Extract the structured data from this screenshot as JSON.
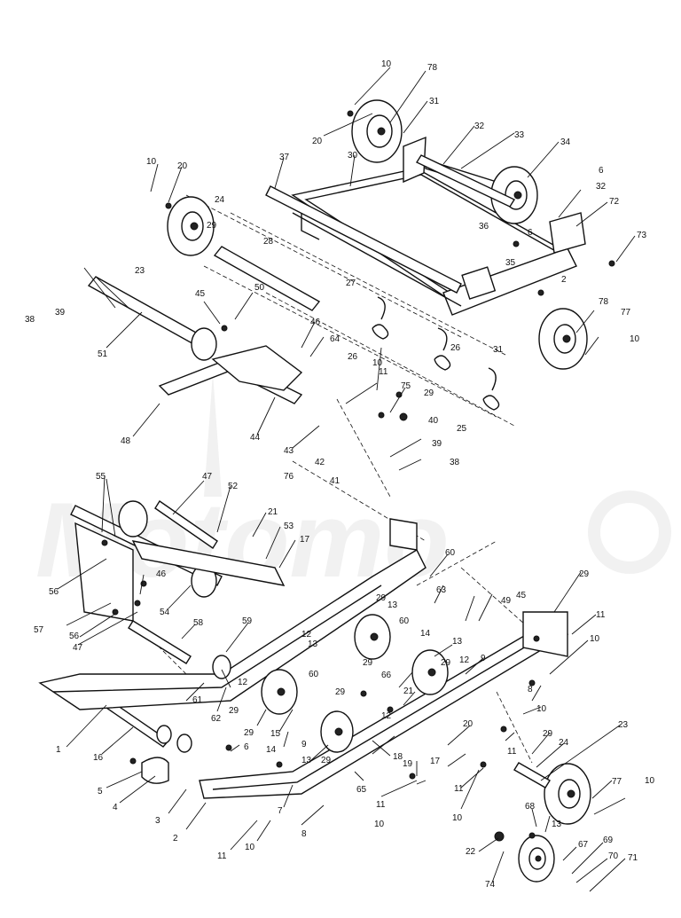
{
  "diagram": {
    "watermark": {
      "text": "Motomo",
      "color": "#e0e0e0"
    },
    "callouts": [
      {
        "id": "c1",
        "text": "10"
      },
      {
        "id": "c2",
        "text": "78"
      },
      {
        "id": "c3",
        "text": "31"
      },
      {
        "id": "c4",
        "text": "20"
      },
      {
        "id": "c5",
        "text": "32"
      },
      {
        "id": "c6",
        "text": "33"
      },
      {
        "id": "c7",
        "text": "34"
      },
      {
        "id": "c8",
        "text": "37"
      },
      {
        "id": "c9",
        "text": "30"
      },
      {
        "id": "c10",
        "text": "10"
      },
      {
        "id": "c11",
        "text": "20"
      },
      {
        "id": "c12",
        "text": "24"
      },
      {
        "id": "c13",
        "text": "29"
      },
      {
        "id": "c14",
        "text": "6"
      },
      {
        "id": "c15",
        "text": "32"
      },
      {
        "id": "c16",
        "text": "72"
      },
      {
        "id": "c17",
        "text": "36"
      },
      {
        "id": "c18",
        "text": "6"
      },
      {
        "id": "c19",
        "text": "35"
      },
      {
        "id": "c20",
        "text": "73"
      },
      {
        "id": "c21",
        "text": "23"
      },
      {
        "id": "c22",
        "text": "28"
      },
      {
        "id": "c23",
        "text": "27"
      },
      {
        "id": "c24",
        "text": "2"
      },
      {
        "id": "c25",
        "text": "38"
      },
      {
        "id": "c26",
        "text": "39"
      },
      {
        "id": "c27",
        "text": "45"
      },
      {
        "id": "c28",
        "text": "50"
      },
      {
        "id": "c29",
        "text": "78"
      },
      {
        "id": "c30",
        "text": "77"
      },
      {
        "id": "c31",
        "text": "10"
      },
      {
        "id": "c32",
        "text": "31"
      },
      {
        "id": "c33",
        "text": "51"
      },
      {
        "id": "c34",
        "text": "46"
      },
      {
        "id": "c35",
        "text": "64"
      },
      {
        "id": "c36",
        "text": "26"
      },
      {
        "id": "c37",
        "text": "26"
      },
      {
        "id": "c38",
        "text": "10"
      },
      {
        "id": "c39",
        "text": "11"
      },
      {
        "id": "c40",
        "text": "75"
      },
      {
        "id": "c41",
        "text": "29"
      },
      {
        "id": "c42",
        "text": "25"
      },
      {
        "id": "c43",
        "text": "48"
      },
      {
        "id": "c44",
        "text": "44"
      },
      {
        "id": "c45",
        "text": "43"
      },
      {
        "id": "c46",
        "text": "40"
      },
      {
        "id": "c47",
        "text": "39"
      },
      {
        "id": "c48",
        "text": "38"
      },
      {
        "id": "c49",
        "text": "42"
      },
      {
        "id": "c50",
        "text": "76"
      },
      {
        "id": "c51",
        "text": "41"
      },
      {
        "id": "c52",
        "text": "55"
      },
      {
        "id": "c53",
        "text": "47"
      },
      {
        "id": "c54",
        "text": "52"
      },
      {
        "id": "c55",
        "text": "21"
      },
      {
        "id": "c56",
        "text": "53"
      },
      {
        "id": "c57",
        "text": "17"
      },
      {
        "id": "c58",
        "text": "56"
      },
      {
        "id": "c59",
        "text": "46"
      },
      {
        "id": "c60",
        "text": "57"
      },
      {
        "id": "c61",
        "text": "56"
      },
      {
        "id": "c62",
        "text": "47"
      },
      {
        "id": "c63",
        "text": "54"
      },
      {
        "id": "c64",
        "text": "58"
      },
      {
        "id": "c65",
        "text": "59"
      },
      {
        "id": "c66",
        "text": "60"
      },
      {
        "id": "c67",
        "text": "63"
      },
      {
        "id": "c68",
        "text": "29"
      },
      {
        "id": "c69",
        "text": "29"
      },
      {
        "id": "c70",
        "text": "13"
      },
      {
        "id": "c71",
        "text": "60"
      },
      {
        "id": "c72",
        "text": "14"
      },
      {
        "id": "c73",
        "text": "13"
      },
      {
        "id": "c74",
        "text": "49"
      },
      {
        "id": "c75",
        "text": "45"
      },
      {
        "id": "c76",
        "text": "11"
      },
      {
        "id": "c77",
        "text": "10"
      },
      {
        "id": "c78",
        "text": "12"
      },
      {
        "id": "c79",
        "text": "12"
      },
      {
        "id": "c80",
        "text": "13"
      },
      {
        "id": "c81",
        "text": "29"
      },
      {
        "id": "c82",
        "text": "9"
      },
      {
        "id": "c83",
        "text": "29"
      },
      {
        "id": "c84",
        "text": "12"
      },
      {
        "id": "c85",
        "text": "60"
      },
      {
        "id": "c86",
        "text": "29"
      },
      {
        "id": "c87",
        "text": "66"
      },
      {
        "id": "c88",
        "text": "8"
      },
      {
        "id": "c89",
        "text": "61"
      },
      {
        "id": "c90",
        "text": "62"
      },
      {
        "id": "c91",
        "text": "29"
      },
      {
        "id": "c92",
        "text": "15"
      },
      {
        "id": "c93",
        "text": "21"
      },
      {
        "id": "c94",
        "text": "12"
      },
      {
        "id": "c95",
        "text": "10"
      },
      {
        "id": "c96",
        "text": "1"
      },
      {
        "id": "c97",
        "text": "16"
      },
      {
        "id": "c98",
        "text": "6"
      },
      {
        "id": "c99",
        "text": "14"
      },
      {
        "id": "c100",
        "text": "9"
      },
      {
        "id": "c101",
        "text": "29"
      },
      {
        "id": "c102",
        "text": "13"
      },
      {
        "id": "c103",
        "text": "29"
      },
      {
        "id": "c104",
        "text": "18"
      },
      {
        "id": "c105",
        "text": "20"
      },
      {
        "id": "c106",
        "text": "11"
      },
      {
        "id": "c107",
        "text": "29"
      },
      {
        "id": "c108",
        "text": "24"
      },
      {
        "id": "c109",
        "text": "23"
      },
      {
        "id": "c110",
        "text": "5"
      },
      {
        "id": "c111",
        "text": "4"
      },
      {
        "id": "c112",
        "text": "19"
      },
      {
        "id": "c113",
        "text": "17"
      },
      {
        "id": "c114",
        "text": "11"
      },
      {
        "id": "c115",
        "text": "10"
      },
      {
        "id": "c116",
        "text": "65"
      },
      {
        "id": "c117",
        "text": "11"
      },
      {
        "id": "c118",
        "text": "10"
      },
      {
        "id": "c119",
        "text": "77"
      },
      {
        "id": "c120",
        "text": "10"
      },
      {
        "id": "c121",
        "text": "3"
      },
      {
        "id": "c122",
        "text": "2"
      },
      {
        "id": "c123",
        "text": "7"
      },
      {
        "id": "c124",
        "text": "8"
      },
      {
        "id": "c125",
        "text": "13"
      },
      {
        "id": "c126",
        "text": "11"
      },
      {
        "id": "c127",
        "text": "10"
      },
      {
        "id": "c128",
        "text": "68"
      },
      {
        "id": "c129",
        "text": "22"
      },
      {
        "id": "c130",
        "text": "67"
      },
      {
        "id": "c131",
        "text": "69"
      },
      {
        "id": "c132",
        "text": "70"
      },
      {
        "id": "c133",
        "text": "74"
      },
      {
        "id": "c134",
        "text": "71"
      }
    ]
  }
}
